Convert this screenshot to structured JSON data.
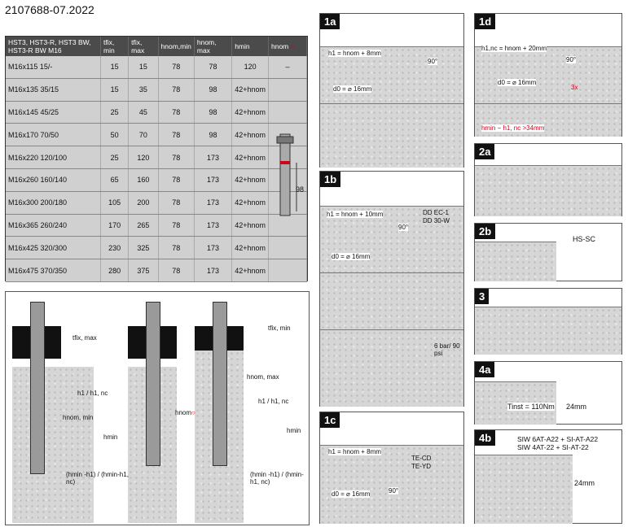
{
  "document_id": "2107688-07.2022",
  "table": {
    "header": {
      "product": "HST3, HST3-R, HST3 BW, HST3-R BW M16",
      "tfix_min": "tfix, min",
      "tfix_max": "tfix, max",
      "hnom_min": "hnom,min",
      "hnom_max": "hnom, max",
      "hmin": "hmin",
      "hnom": "hnom"
    },
    "rows": [
      {
        "product": "M16x115 15/-",
        "tfix_min": "15",
        "tfix_max": "15",
        "hnom_min": "78",
        "hnom_max": "78",
        "hmin": "120",
        "hnom": "–"
      },
      {
        "product": "M16x135 35/15",
        "tfix_min": "15",
        "tfix_max": "35",
        "hnom_min": "78",
        "hnom_max": "98",
        "hmin": "42+hnom",
        "hnom": ""
      },
      {
        "product": "M16x145 45/25",
        "tfix_min": "25",
        "tfix_max": "45",
        "hnom_min": "78",
        "hnom_max": "98",
        "hmin": "42+hnom",
        "hnom": ""
      },
      {
        "product": "M16x170 70/50",
        "tfix_min": "50",
        "tfix_max": "70",
        "hnom_min": "78",
        "hnom_max": "98",
        "hmin": "42+hnom",
        "hnom": ""
      },
      {
        "product": "M16x220 120/100",
        "tfix_min": "25",
        "tfix_max": "120",
        "hnom_min": "78",
        "hnom_max": "173",
        "hmin": "42+hnom",
        "hnom": ""
      },
      {
        "product": "M16x260 160/140",
        "tfix_min": "65",
        "tfix_max": "160",
        "hnom_min": "78",
        "hnom_max": "173",
        "hmin": "42+hnom",
        "hnom": ""
      },
      {
        "product": "M16x300 200/180",
        "tfix_min": "105",
        "tfix_max": "200",
        "hnom_min": "78",
        "hnom_max": "173",
        "hmin": "42+hnom",
        "hnom": ""
      },
      {
        "product": "M16x365 260/240",
        "tfix_min": "170",
        "tfix_max": "265",
        "hnom_min": "78",
        "hnom_max": "173",
        "hmin": "42+hnom",
        "hnom": ""
      },
      {
        "product": "M16x425 320/300",
        "tfix_min": "230",
        "tfix_max": "325",
        "hnom_min": "78",
        "hnom_max": "173",
        "hmin": "42+hnom",
        "hnom": ""
      },
      {
        "product": "M16x475 370/350",
        "tfix_min": "280",
        "tfix_max": "375",
        "hnom_min": "78",
        "hnom_max": "173",
        "hmin": "42+hnom",
        "hnom": ""
      }
    ],
    "bolt_dimension": "98"
  },
  "section_diagram": {
    "tfix_min": "tfix, min",
    "tfix_max": "tfix, max",
    "hnom_min": "hnom, min",
    "h1_nc": "h1 / h1, nc",
    "hmin": "hmin",
    "hnom_circle": "hnom",
    "hnom_max": "hnom, max",
    "h1_nc_2": "h1 / h1, nc",
    "hmin_2": "hmin",
    "bottom_left": "(hmin -h1) / (hmin-h1, nc)",
    "bottom_right": "(hmin -h1) / (hmin-h1, nc)"
  },
  "steps": {
    "s1a": {
      "label": "1a",
      "h1": "h1 = hnom + 8mm",
      "d0": "d0 = ⌀ 16mm",
      "angle": "90°"
    },
    "s1b": {
      "label": "1b",
      "h1": "h1 = hnom + 10mm",
      "d0": "d0 = ⌀ 16mm",
      "angle": "90°",
      "tool1": "DD EC-1",
      "tool2": "DD 30-W",
      "pressure": "6 bar/ 90 psi"
    },
    "s1c": {
      "label": "1c",
      "h1": "h1 = hnom + 8mm",
      "d0": "d0 = ⌀ 16mm",
      "angle": "90°",
      "tool1": "TE-CD",
      "tool2": "TE-YD"
    },
    "s1d": {
      "label": "1d",
      "h1": "h1,nc = hnom + 20mm",
      "d0": "d0 = ⌀ 16mm",
      "angle": "90°",
      "repeat": "3x",
      "spacing": "hmin − h1, nc >34mm"
    },
    "s2a": {
      "label": "2a"
    },
    "s2b": {
      "label": "2b",
      "tool": "HS-SC"
    },
    "s3": {
      "label": "3"
    },
    "s4a": {
      "label": "4a",
      "torque": "Tinst = 110Nm",
      "wrench": "24mm"
    },
    "s4b": {
      "label": "4b",
      "tool1": "SIW 6AT-A22 + SI-AT-A22",
      "tool2": "SIW 4AT-22 + SI-AT-22",
      "wrench": "24mm"
    }
  },
  "colors": {
    "accent": "#d0021b",
    "header": "#4b4b4b",
    "cell": "#d0d0d0"
  }
}
